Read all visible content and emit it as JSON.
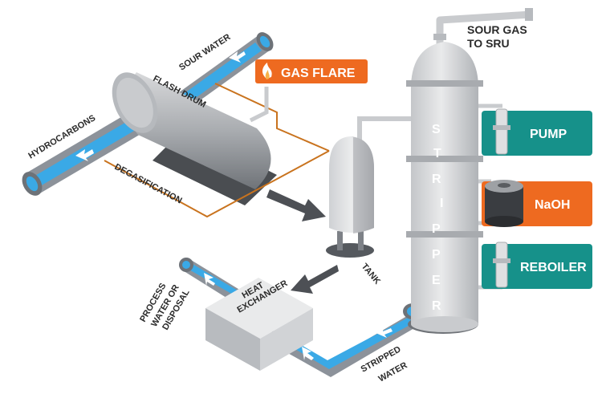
{
  "labels": {
    "sour_gas_line1": "SOUR GAS",
    "sour_gas_line2": "TO SRU",
    "gas_flare": "GAS FLARE",
    "sour_water": "SOUR WATER",
    "flash_drum": "FLASH DRUM",
    "hydrocarbons": "HYDROCARBONS",
    "degasification": "DEGASIFICATION",
    "stripper_letters": [
      "S",
      "T",
      "R",
      "I",
      "P",
      "P",
      "E",
      "R"
    ],
    "pump": "PUMP",
    "naoh": "NaOH",
    "reboiler": "REBOILER",
    "tank": "TANK",
    "heat_exchanger_line1": "HEAT",
    "heat_exchanger_line2": "EXCHANGER",
    "process_water_line1": "PROCESS",
    "process_water_line2": "WATER OR",
    "process_water_line3": "DISPOSAL",
    "stripped_water_line1": "STRIPPED",
    "stripped_water_line2": "WATER"
  },
  "colors": {
    "teal": "#16918a",
    "orange": "#ee6a20",
    "water_blue": "#3aa9e6",
    "pipe_gray": "#8c929a",
    "vessel_light": "#d9dadc",
    "vessel_dark": "#7d8187",
    "line_orange": "#c9731e"
  }
}
